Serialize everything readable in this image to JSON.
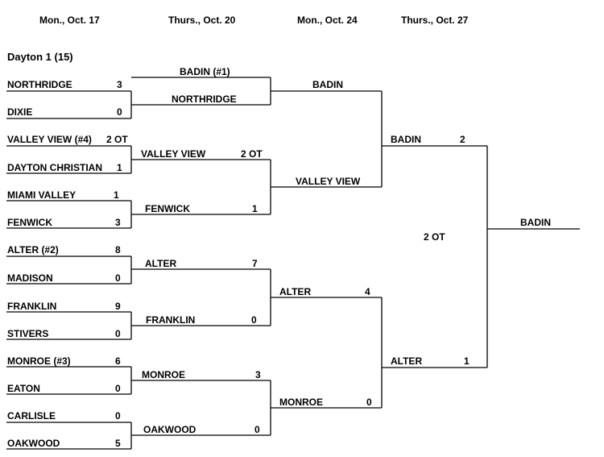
{
  "headers": [
    "Mon., Oct. 17",
    "Thurs., Oct. 20",
    "Mon., Oct. 24",
    "Thurs., Oct. 27"
  ],
  "title": "Dayton 1 (15)",
  "round1": [
    {
      "team": "NORTHRIDGE",
      "score": "3"
    },
    {
      "team": "DIXIE",
      "score": "0"
    },
    {
      "team": "VALLEY VIEW (#4)",
      "score": "2 OT"
    },
    {
      "team": "DAYTON CHRISTIAN",
      "score": "1"
    },
    {
      "team": "MIAMI VALLEY",
      "score": "1"
    },
    {
      "team": "FENWICK",
      "score": "3"
    },
    {
      "team": "ALTER (#2)",
      "score": "8"
    },
    {
      "team": "MADISON",
      "score": "0"
    },
    {
      "team": "FRANKLIN",
      "score": "9"
    },
    {
      "team": "STIVERS",
      "score": "0"
    },
    {
      "team": "MONROE (#3)",
      "score": "6"
    },
    {
      "team": "EATON",
      "score": "0"
    },
    {
      "team": "CARLISLE",
      "score": "0"
    },
    {
      "team": "OAKWOOD",
      "score": "5"
    }
  ],
  "round2": [
    {
      "team": "BADIN (#1)",
      "score": ""
    },
    {
      "team": "NORTHRIDGE",
      "score": ""
    },
    {
      "team": "VALLEY VIEW",
      "score": "2 OT"
    },
    {
      "team": "FENWICK",
      "score": "1"
    },
    {
      "team": "ALTER",
      "score": "7"
    },
    {
      "team": "FRANKLIN",
      "score": "0"
    },
    {
      "team": "MONROE",
      "score": "3"
    },
    {
      "team": "OAKWOOD",
      "score": "0"
    }
  ],
  "round3": [
    {
      "team": "BADIN",
      "score": ""
    },
    {
      "team": "VALLEY VIEW",
      "score": ""
    },
    {
      "team": "ALTER",
      "score": "4"
    },
    {
      "team": "MONROE",
      "score": "0"
    }
  ],
  "round4": [
    {
      "team": "BADIN",
      "score": "2"
    },
    {
      "team": "ALTER",
      "score": "1"
    }
  ],
  "final_note": "2 OT",
  "champion": "BADIN"
}
